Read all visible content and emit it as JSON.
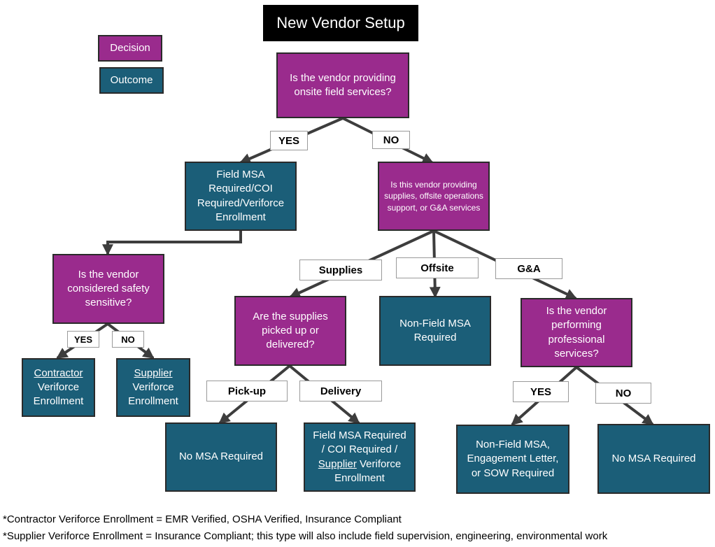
{
  "title": "New Vendor Setup",
  "legend": {
    "decision": "Decision",
    "outcome": "Outcome"
  },
  "colors": {
    "decision": "#9a2b8d",
    "outcome": "#1b5e78",
    "connector": "#3d3d3d"
  },
  "nodes": {
    "q_onsite": "Is the vendor providing onsite field services?",
    "field_msa": "Field MSA Required/COI Required/Veriforce Enrollment",
    "q_supplies_type": "Is this vendor providing supplies, offsite operations support, or G&A services",
    "q_safety": "Is the vendor considered safety sensitive?",
    "contractor_enroll": {
      "link": "Contractor",
      "rest": "Veriforce Enrollment"
    },
    "supplier_enroll": {
      "link": "Supplier",
      "rest": "Veriforce Enrollment"
    },
    "q_pickup": "Are the supplies picked up or delivered?",
    "non_field_msa": "Non-Field MSA Required",
    "q_professional": "Is the vendor performing professional services?",
    "no_msa_pickup": "No MSA Required",
    "delivery_outcome": {
      "line1": "Field MSA Required",
      "line2": "/ COI Required /",
      "link": "Supplier",
      "rest": "Veriforce Enrollment"
    },
    "engagement": "Non-Field MSA, Engagement Letter, or SOW Required",
    "no_msa_ga": "No MSA Required"
  },
  "labels": {
    "yes_onsite": "YES",
    "no_onsite": "NO",
    "supplies": "Supplies",
    "offsite": "Offsite",
    "ga": "G&A",
    "yes_safety": "YES",
    "no_safety": "NO",
    "pickup": "Pick-up",
    "delivery": "Delivery",
    "yes_prof": "YES",
    "no_prof": "NO"
  },
  "footnotes": [
    "*Contractor Veriforce Enrollment =  EMR Verified, OSHA Verified, Insurance Compliant",
    "*Supplier Veriforce Enrollment = Insurance Compliant; this type will also include field supervision, engineering, environmental work"
  ]
}
